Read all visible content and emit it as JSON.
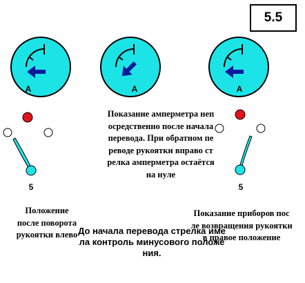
{
  "badge": "5.5",
  "dials": [
    {
      "letter": "A",
      "needle_angle_deg": 0
    },
    {
      "letter": "A",
      "needle_angle_deg": -45
    },
    {
      "letter": "A",
      "needle_angle_deg": 0
    }
  ],
  "levers": [
    {
      "number": "5",
      "lamp_red": "on",
      "lamp_left": "off",
      "lamp_right": "off"
    },
    {
      "number": "5",
      "lamp_red": "on",
      "lamp_left": "off",
      "lamp_right": "off"
    }
  ],
  "captions": {
    "center": "Показание амперметра неп\nосредственно после начала\nперевода. При обратном пе\nреводе рукоятки вправо ст\nрелка амперметра остаётся\nна нуле",
    "left": "Положение\nпосле поворота\nрукоятки влево",
    "right": "Показание приборов   пос\nле возвращения рукоятки\nв правое положение",
    "bottom": "До начала перевода стрелка име\nла контроль минусового положе\nния."
  },
  "colors": {
    "dial_fill": "#1ce4e6",
    "needle": "#0a1a9c",
    "lamp_red": "#e0141c",
    "lever": "#1ce4e6",
    "outline": "#000000"
  }
}
